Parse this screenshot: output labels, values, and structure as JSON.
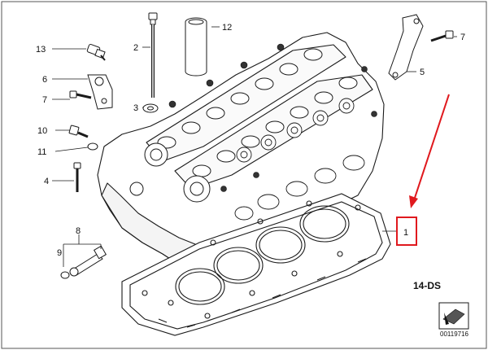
{
  "callouts": [
    {
      "id": "c1",
      "label": "1",
      "highlighted": true
    },
    {
      "id": "c2",
      "label": "2"
    },
    {
      "id": "c3",
      "label": "3"
    },
    {
      "id": "c4",
      "label": "4"
    },
    {
      "id": "c5",
      "label": "5"
    },
    {
      "id": "c6",
      "label": "6"
    },
    {
      "id": "c7a",
      "label": "7"
    },
    {
      "id": "c7b",
      "label": "7"
    },
    {
      "id": "c8",
      "label": "8"
    },
    {
      "id": "c9",
      "label": "9"
    },
    {
      "id": "c10",
      "label": "10"
    },
    {
      "id": "c11",
      "label": "11"
    },
    {
      "id": "c12",
      "label": "12"
    },
    {
      "id": "c13",
      "label": "13"
    }
  ],
  "diagram_ref": "14-DS",
  "part_number": "00119716",
  "colors": {
    "line": "#1a1a1a",
    "highlight": "#e0191e",
    "arrow": "#e0191e",
    "background": "#ffffff"
  }
}
